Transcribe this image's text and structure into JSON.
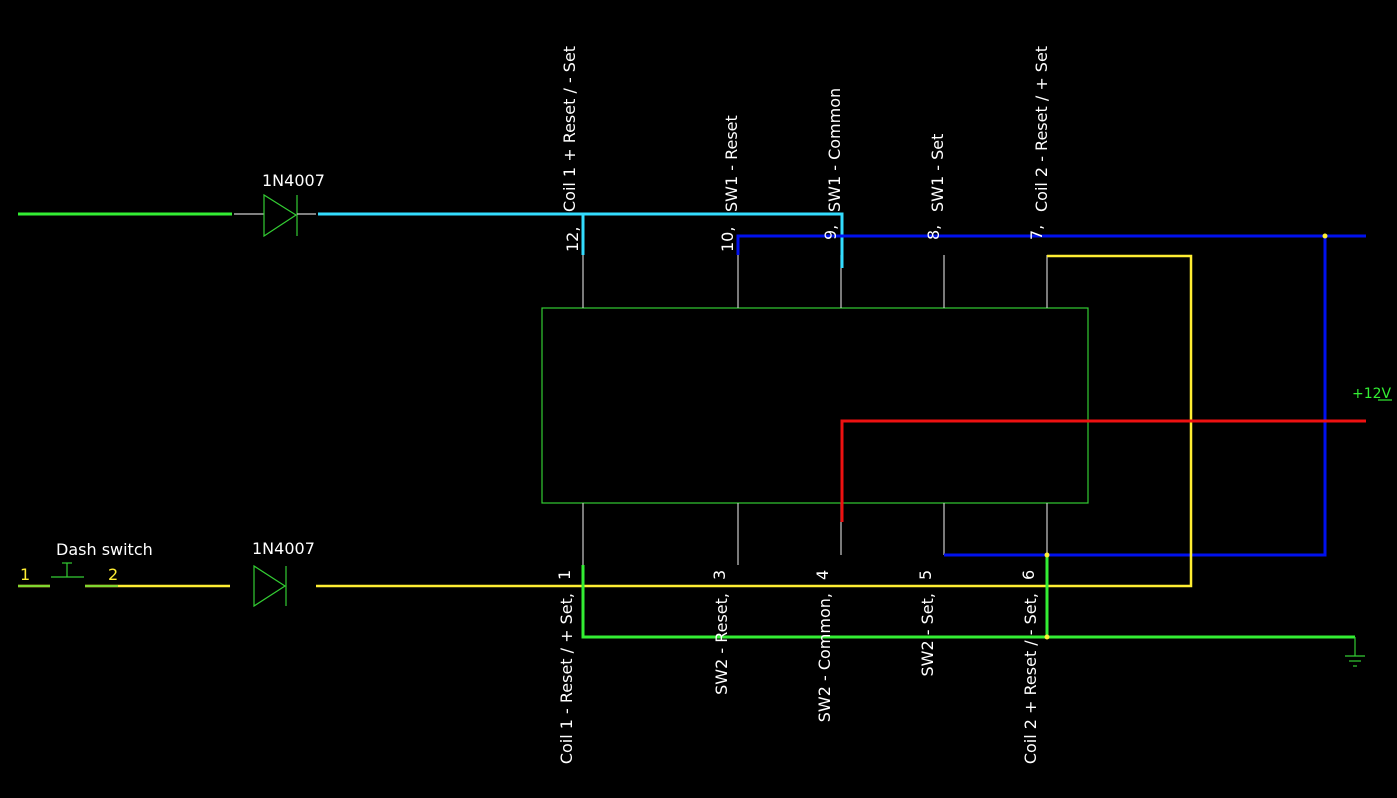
{
  "colors": {
    "background": "#000000",
    "part_outline": "#33cc33",
    "pin_line": "#cccccc",
    "wire_green": "#33ee33",
    "wire_cyan": "#33ddff",
    "wire_blue": "#0011ee",
    "wire_yellow": "#ffee33",
    "wire_red": "#ee1111",
    "junction": "#ffee33",
    "text": "#ffffff"
  },
  "relay": {
    "top_pins": [
      {
        "number": "12,",
        "label": "Coil 1 + Reset / - Set"
      },
      {
        "number": "10,",
        "label": "SW1 - Reset"
      },
      {
        "number": "9,",
        "label": "SW1 - Common"
      },
      {
        "number": "8,",
        "label": "SW1 - Set"
      },
      {
        "number": "7,",
        "label": "Coil 2 - Reset / + Set"
      }
    ],
    "bottom_pins": [
      {
        "number": "1",
        "label": "Coil 1 - Reset / + Set,"
      },
      {
        "number": "3",
        "label": "SW2 - Reset,"
      },
      {
        "number": "4",
        "label": "SW2 - Common,"
      },
      {
        "number": "5",
        "label": "SW2 - Set,"
      },
      {
        "number": "6",
        "label": "Coil 2 + Reset / - Set,"
      }
    ]
  },
  "diode_top": {
    "label": "1N4007"
  },
  "diode_bottom": {
    "label": "1N4007"
  },
  "dash_switch": {
    "label": "Dash switch",
    "pin1": "1",
    "pin2": "2"
  },
  "supply": {
    "label": "+12V"
  },
  "ground": {
    "icon": "ground-icon"
  }
}
